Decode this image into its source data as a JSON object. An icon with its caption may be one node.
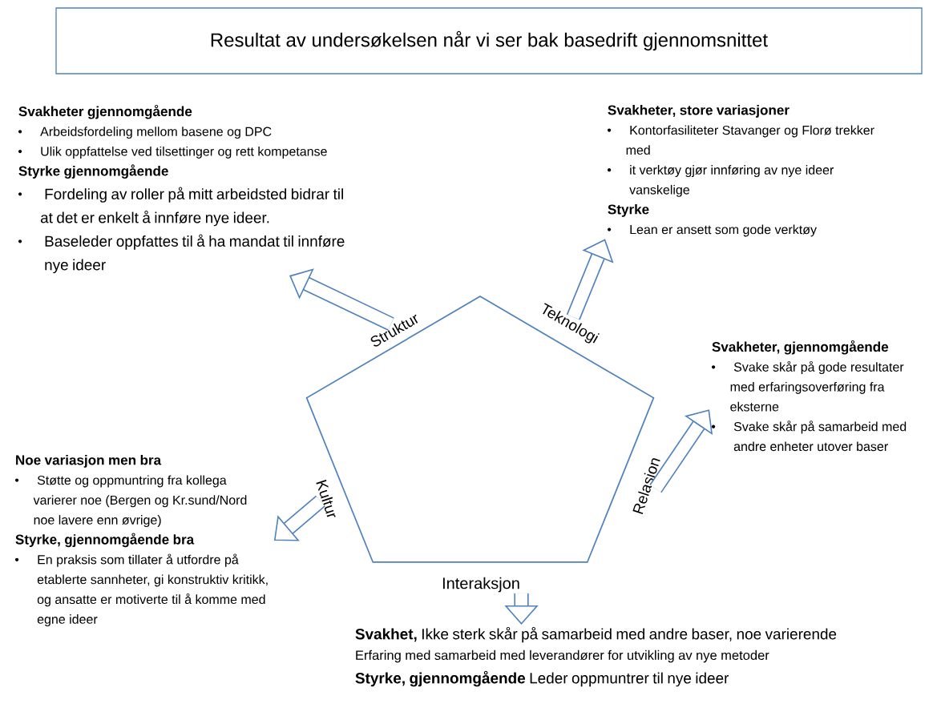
{
  "diagram": {
    "nodes": [
      {
        "text": [
          "Resultat av undersøkelsen når vi ser bak basedrift gjennomsnittet"
        ]
      },
      {
        "text": [],
        "shape": "pentagon"
      },
      {
        "text": [
          "Struktur"
        ]
      },
      {
        "text": [
          "Teknologi"
        ]
      },
      {
        "text": [
          "Relasjon"
        ]
      },
      {
        "text": [
          "Interaksjon"
        ]
      },
      {
        "text": [
          "Kultur"
        ]
      },
      {
        "text": [
          "Svakheter gjennomgående",
          "Arbeidsfordeling mellom basene og DPC",
          "Ulik oppfattelse ved tilsettinger og rett kompetanse",
          "Styrke gjennomgående",
          "Fordeling av roller på mitt arbeidsted bidrar til at det er enkelt å innføre nye ideer.",
          "Baseleder oppfattes til å ha mandat til innføre nye ideer"
        ]
      },
      {
        "text": [
          "Svakheter, store variasjoner",
          "Kontorfasiliteter Stavanger og Florø trekker med",
          "it verktøy gjør innføring av nye ideer vanskelige",
          "Styrke",
          "Lean er ansett som gode verktøy"
        ]
      },
      {
        "text": [
          "Svakheter, gjennomgående",
          "Svake skår på gode resultater med erfaringsoverføring fra eksterne",
          "Svake skår på samarbeid med andre enheter utover baser"
        ]
      },
      {
        "text": [
          "**Svakhet,** Ikke sterk skår på samarbeid med andre baser, noe varierende",
          "Erfaring med samarbeid med leverandører for utvikling av nye metoder",
          "**Styrke, gjennomgående** Leder oppmuntrer til nye ideer"
        ]
      },
      {
        "text": [
          "Noe variasjon men bra",
          "Støtte og oppmuntring fra kollega varierer noe (Bergen og Kr.sund/Nord noe lavere enn øvrige)",
          "Styrke, gjennomgående bra",
          "En praksis som tillater å utfordre på etablerte sannheter, gi konstruktiv kritikk, og ansatte er motiverte til å komme med egne ideer"
        ]
      }
    ],
    "edges": [
      {
        "from": 2,
        "to": 7,
        "arrow": "to"
      },
      {
        "from": 3,
        "to": 8,
        "arrow": "to"
      },
      {
        "from": 4,
        "to": 9,
        "arrow": "to"
      },
      {
        "from": 5,
        "to": 10,
        "arrow": "to"
      },
      {
        "from": 6,
        "to": 11,
        "arrow": "to"
      }
    ]
  }
}
